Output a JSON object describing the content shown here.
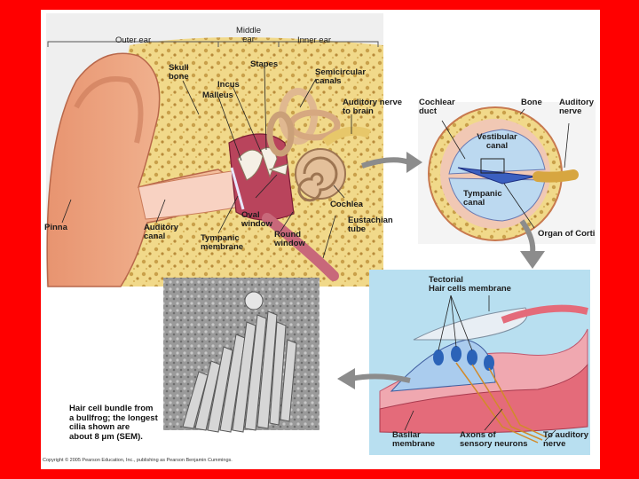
{
  "colors": {
    "frame": "#ff0000",
    "slide": "#ffffff",
    "skin": "#f0b08c",
    "bone": "#f2dc8c",
    "panel_blue": "#b8dff0",
    "arrow_gray": "#8c8c8c"
  },
  "ear": {
    "outer_ear": "Outer ear",
    "middle_ear": "Middle\near",
    "inner_ear": "Inner ear",
    "skull_bone": "Skull\nbone",
    "stapes": "Stapes",
    "semicircular_canals": "Semicircular\ncanals",
    "incus": "Incus",
    "malleus": "Malleus",
    "auditory_nerve_to_brain": "Auditory nerve\nto brain",
    "pinna": "Pinna",
    "auditory_canal": "Auditory\ncanal",
    "oval_window": "Oval\nwindow",
    "tympanic_membrane": "Tympanic\nmembrane",
    "round_window": "Round\nwindow",
    "cochlea": "Cochlea",
    "eustachian_tube": "Eustachian\ntube"
  },
  "cochlea": {
    "cochlear_duct": "Cochlear\nduct",
    "bone": "Bone",
    "auditory_nerve": "Auditory\nnerve",
    "vestibular_canal": "Vestibular\ncanal",
    "tympanic_canal": "Tympanic\ncanal",
    "organ_of_corti": "Organ of Corti"
  },
  "corti": {
    "tectorial_membrane": "Tectorial\nHair cells  membrane",
    "basilar_membrane": "Basilar\nmembrane",
    "axons": "Axons of\nsensory neurons",
    "to_auditory_nerve": "To auditory\nnerve"
  },
  "sem": {
    "caption": "Hair cell bundle from\na bullfrog; the longest\ncilia shown are\nabout 8 μm (SEM)."
  },
  "copyright": "Copyright © 2005 Pearson Education, Inc., publishing as Pearson Benjamin Cummings."
}
